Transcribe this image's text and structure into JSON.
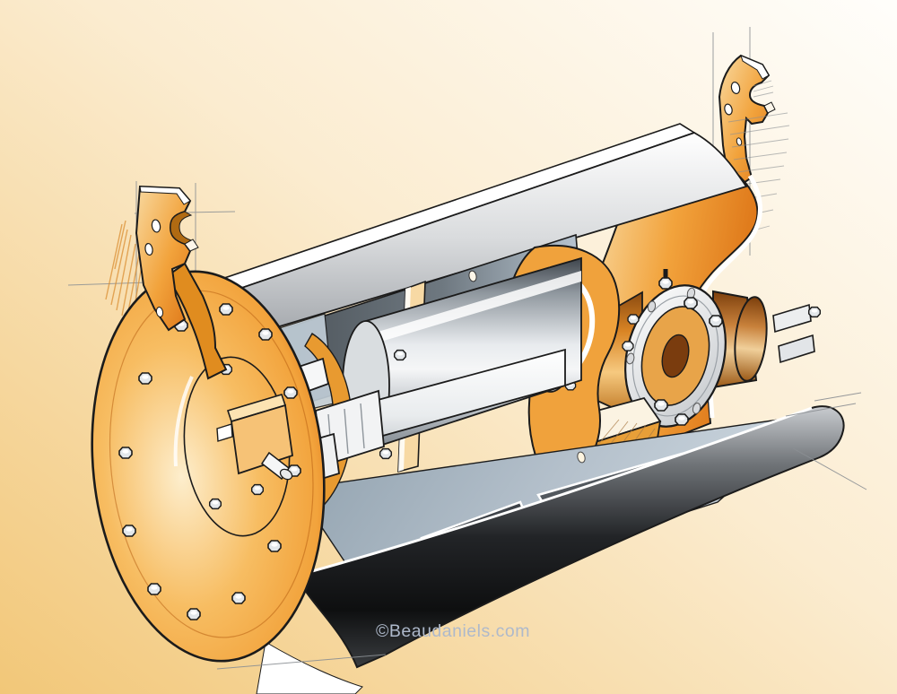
{
  "illustration": {
    "watermark": "©Beaudaniels.com"
  },
  "palette": {
    "bg_white": "#fffefb",
    "bg_cream": "#fbecd0",
    "bg_gold": "#f2c778",
    "outline": "#1b1b1b",
    "orange": "#f2a33c",
    "orange_deep": "#dd7517",
    "orange_dark": "#b05a0e",
    "orange_pale": "#f8d9a0",
    "cream_face": "#fdeecd",
    "copper": "#c8813b",
    "copper_dark": "#7c3f0c",
    "steel_white": "#f5f6f7",
    "steel_light": "#d9dbdd",
    "steel_mid": "#9fa3a8",
    "steel_dark": "#55595f",
    "near_black": "#0e0f10",
    "blue_gray": "#b4c0cb",
    "blue_gray_dark": "#3e4349",
    "sketch": "#8b8f93",
    "sketch_orange": "#d98a2b",
    "watermark": "#aeb9cb"
  },
  "parts": {
    "left_bracket": "mounting bracket (left)",
    "right_bracket": "mounting bracket (right)",
    "end_disc": "drum end disc with bolt ring",
    "top_shell": "outer shell (top band)",
    "bottom_shell": "outer shell (bottom band)",
    "motor_core": "internal motor cylinder",
    "shaft": "central shaft",
    "flange": "bolted flange ring",
    "shaft_stub": "copper shaft stub",
    "hex_bolt": "hex bolt"
  }
}
